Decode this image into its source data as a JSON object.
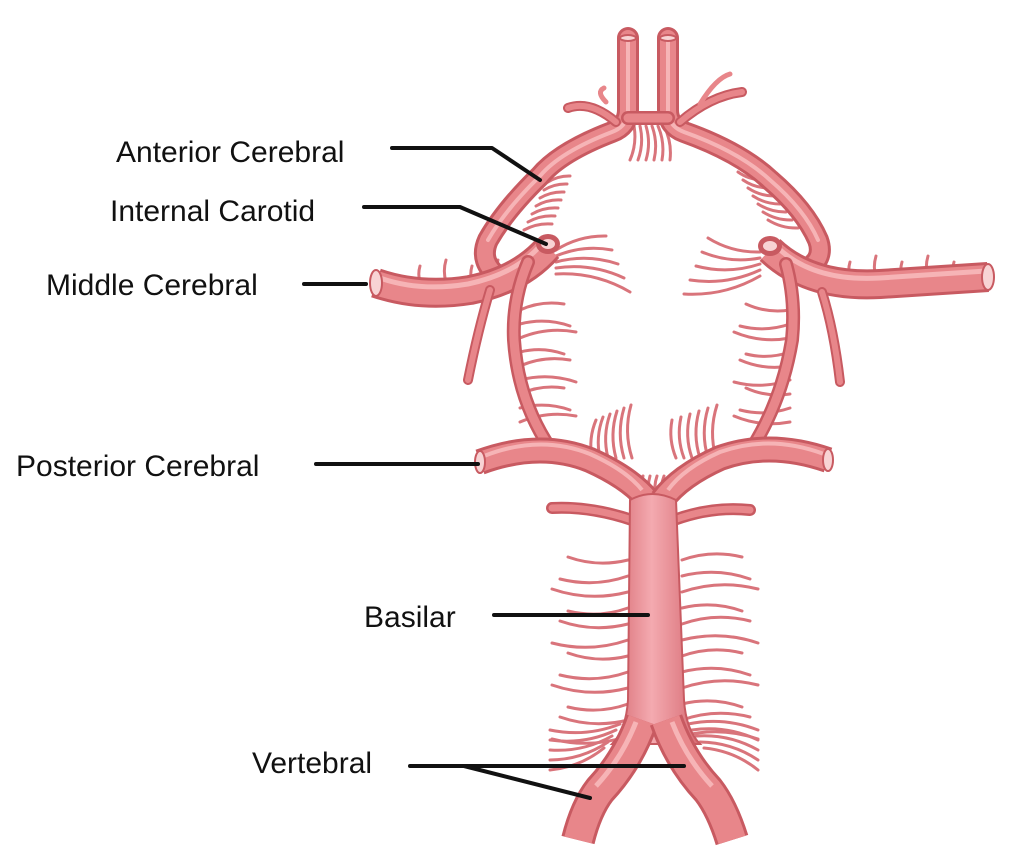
{
  "labels": {
    "anterior_cerebral": "Anterior Cerebral",
    "internal_carotid": "Internal Carotid",
    "middle_cerebral": "Middle Cerebral",
    "posterior_cerebral": "Posterior Cerebral",
    "basilar": "Basilar",
    "vertebral": "Vertebral"
  },
  "colors": {
    "artery_fill": "#e8868a",
    "artery_edge": "#c85a61",
    "artery_highlight": "#f6b4b6",
    "vessel_lumen": "#f8d3d4",
    "leader_line": "#111111",
    "background": "#ffffff"
  }
}
